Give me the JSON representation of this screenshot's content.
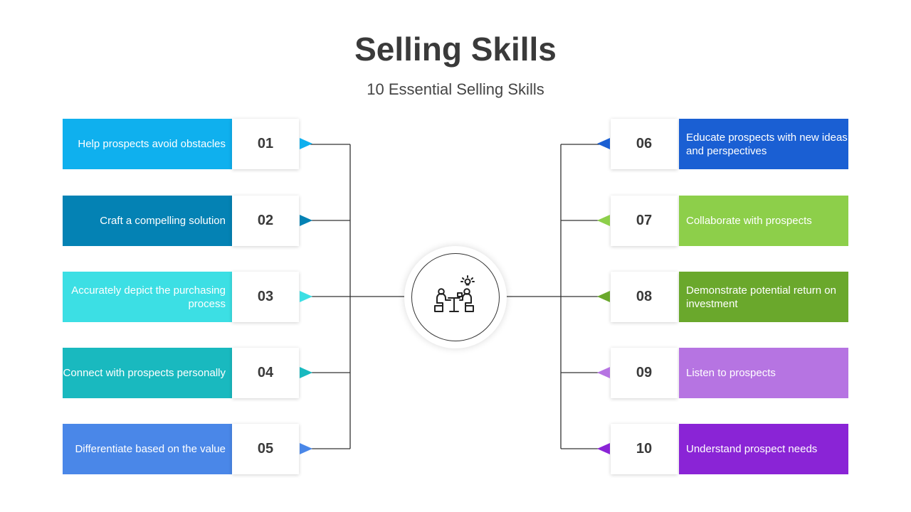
{
  "title": "Selling Skills",
  "subtitle": "10 Essential Selling Skills",
  "center_icon": "meeting-people-icon",
  "left_items": [
    {
      "num": "01",
      "text": "Help prospects avoid obstacles",
      "color": "#0fb0ee"
    },
    {
      "num": "02",
      "text": "Craft a compelling solution",
      "color": "#0482b4"
    },
    {
      "num": "03",
      "text": "Accurately depict the purchasing process",
      "color": "#3cdfe4"
    },
    {
      "num": "04",
      "text": "Connect with prospects personally",
      "color": "#19b9bf"
    },
    {
      "num": "05",
      "text": "Differentiate based on the value",
      "color": "#4a87e8"
    }
  ],
  "right_items": [
    {
      "num": "06",
      "text": "Educate prospects with new ideas and perspectives",
      "color": "#1a5fd3"
    },
    {
      "num": "07",
      "text": "Collaborate with prospects",
      "color": "#8dcf4a"
    },
    {
      "num": "08",
      "text": "Demonstrate potential return on investment",
      "color": "#6aa82c"
    },
    {
      "num": "09",
      "text": "Listen to prospects",
      "color": "#b674e2"
    },
    {
      "num": "10",
      "text": "Understand prospect needs",
      "color": "#8a24d6"
    }
  ]
}
